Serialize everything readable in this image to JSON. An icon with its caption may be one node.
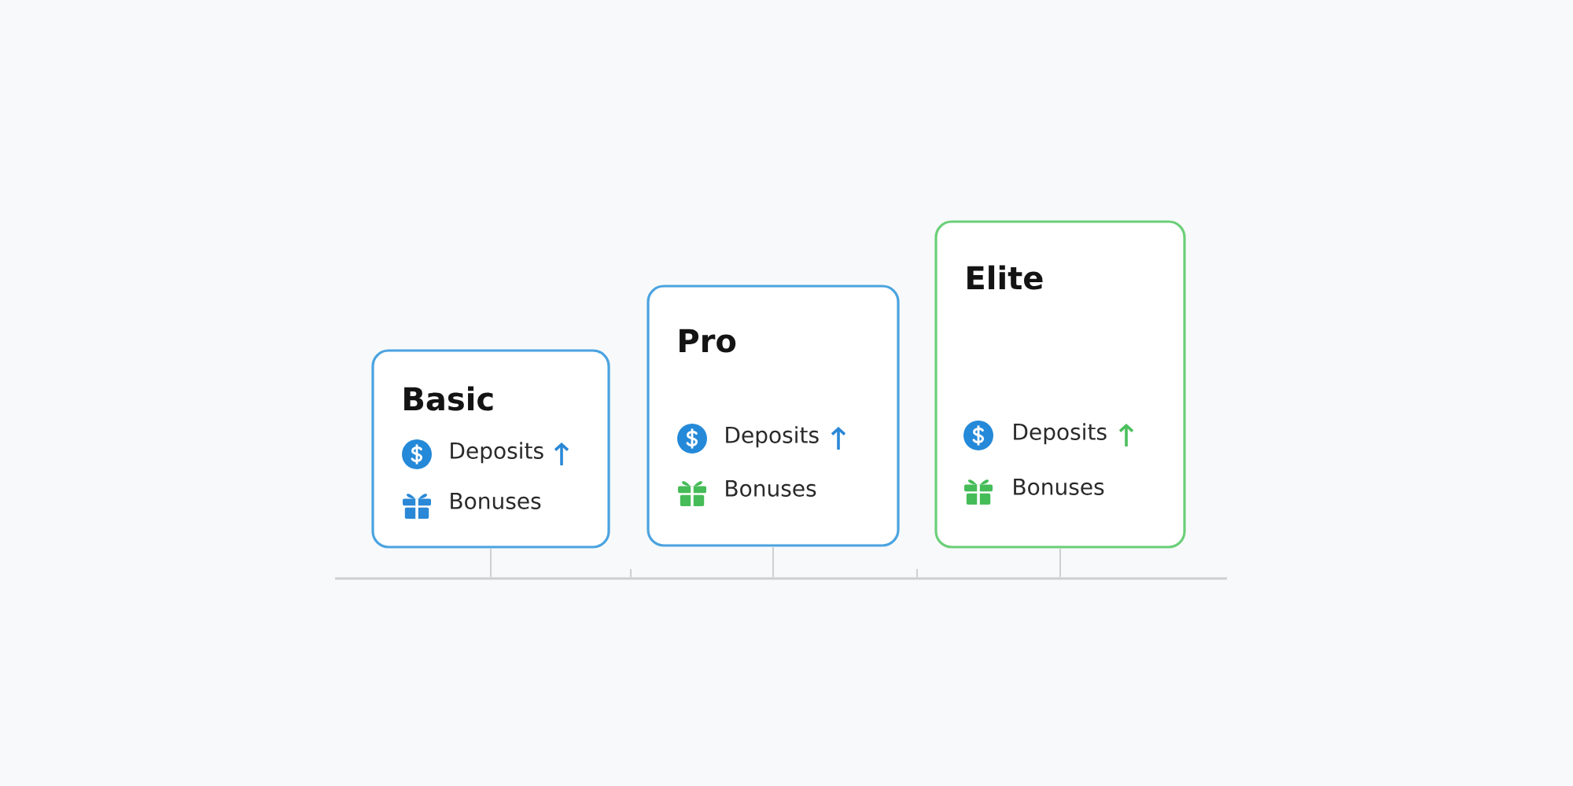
{
  "diagram": {
    "nodes": [
      {
        "text": [
          "Basic",
          "Deposits",
          "Bonuses"
        ]
      },
      {
        "text": [
          "Pro",
          "Deposits",
          "Bonuses"
        ]
      },
      {
        "text": [
          "Elite",
          "Deposits",
          "Bonuses"
        ]
      },
      {
        "text": [],
        "shape": "bar"
      }
    ],
    "edges": [
      {
        "from": 0,
        "to": 3,
        "arrow": "none"
      },
      {
        "from": 1,
        "to": 3,
        "arrow": "none"
      },
      {
        "from": 2,
        "to": 3,
        "arrow": "none"
      }
    ]
  }
}
